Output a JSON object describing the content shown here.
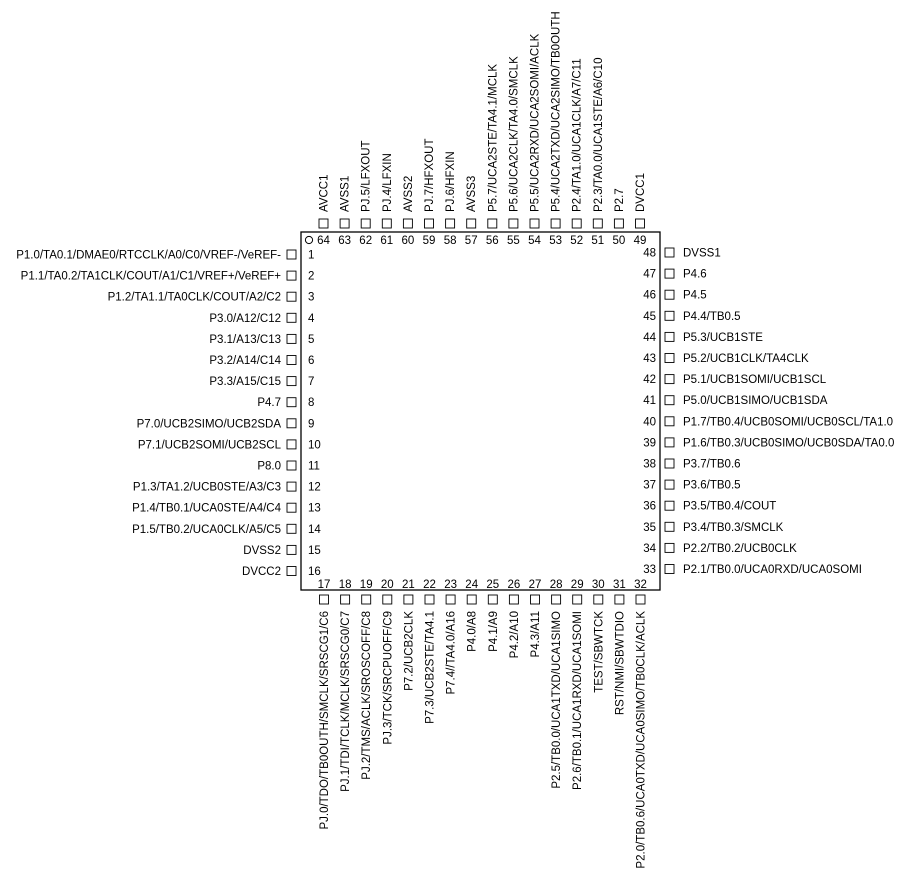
{
  "package": {
    "left_pins": [
      {
        "num": "1",
        "name": "P1.0/TA0.1/DMAE0/RTCCLK/A0/C0/VREF-/VeREF-"
      },
      {
        "num": "2",
        "name": "P1.1/TA0.2/TA1CLK/COUT/A1/C1/VREF+/VeREF+"
      },
      {
        "num": "3",
        "name": "P1.2/TA1.1/TA0CLK/COUT/A2/C2"
      },
      {
        "num": "4",
        "name": "P3.0/A12/C12"
      },
      {
        "num": "5",
        "name": "P3.1/A13/C13"
      },
      {
        "num": "6",
        "name": "P3.2/A14/C14"
      },
      {
        "num": "7",
        "name": "P3.3/A15/C15"
      },
      {
        "num": "8",
        "name": "P4.7"
      },
      {
        "num": "9",
        "name": "P7.0/UCB2SIMO/UCB2SDA"
      },
      {
        "num": "10",
        "name": "P7.1/UCB2SOMI/UCB2SCL"
      },
      {
        "num": "11",
        "name": "P8.0"
      },
      {
        "num": "12",
        "name": "P1.3/TA1.2/UCB0STE/A3/C3"
      },
      {
        "num": "13",
        "name": "P1.4/TB0.1/UCA0STE/A4/C4"
      },
      {
        "num": "14",
        "name": "P1.5/TB0.2/UCA0CLK/A5/C5"
      },
      {
        "num": "15",
        "name": "DVSS2"
      },
      {
        "num": "16",
        "name": "DVCC2"
      }
    ],
    "bottom_pins": [
      {
        "num": "17",
        "name": "PJ.0/TDO/TB0OUTH/SMCLK/SRSCG1/C6"
      },
      {
        "num": "18",
        "name": "PJ.1/TDI/TCLK/MCLK/SRSCG0/C7"
      },
      {
        "num": "19",
        "name": "PJ.2/TMS/ACLK/SROSCOFF/C8"
      },
      {
        "num": "20",
        "name": "PJ.3/TCK/SRCPUOFF/C9"
      },
      {
        "num": "21",
        "name": "P7.2/UCB2CLK"
      },
      {
        "num": "22",
        "name": "P7.3/UCB2STE/TA4.1"
      },
      {
        "num": "23",
        "name": "P7.4//TA4.0/A16"
      },
      {
        "num": "24",
        "name": "P4.0/A8"
      },
      {
        "num": "25",
        "name": "P4.1/A9"
      },
      {
        "num": "26",
        "name": "P4.2/A10"
      },
      {
        "num": "27",
        "name": "P4.3/A11"
      },
      {
        "num": "28",
        "name": "P2.5/TB0.0/UCA1TXD/UCA1SIMO"
      },
      {
        "num": "29",
        "name": "P2.6/TB0.1/UCA1RXD/UCA1SOMI"
      },
      {
        "num": "30",
        "name": "TEST/SBWTCK"
      },
      {
        "num": "31",
        "name": "RST/NMI/SBWTDIO"
      },
      {
        "num": "32",
        "name": "P2.0/TB0.6/UCA0TXD/UCA0SIMO/TB0CLK/ACLK"
      }
    ],
    "right_pins": [
      {
        "num": "33",
        "name": "P2.1/TB0.0/UCA0RXD/UCA0SOMI"
      },
      {
        "num": "34",
        "name": "P2.2/TB0.2/UCB0CLK"
      },
      {
        "num": "35",
        "name": "P3.4/TB0.3/SMCLK"
      },
      {
        "num": "36",
        "name": "P3.5/TB0.4/COUT"
      },
      {
        "num": "37",
        "name": "P3.6/TB0.5"
      },
      {
        "num": "38",
        "name": "P3.7/TB0.6"
      },
      {
        "num": "39",
        "name": "P1.6/TB0.3/UCB0SIMO/UCB0SDA/TA0.0"
      },
      {
        "num": "40",
        "name": "P1.7/TB0.4/UCB0SOMI/UCB0SCL/TA1.0"
      },
      {
        "num": "41",
        "name": "P5.0/UCB1SIMO/UCB1SDA"
      },
      {
        "num": "42",
        "name": "P5.1/UCB1SOMI/UCB1SCL"
      },
      {
        "num": "43",
        "name": "P5.2/UCB1CLK/TA4CLK"
      },
      {
        "num": "44",
        "name": "P5.3/UCB1STE"
      },
      {
        "num": "45",
        "name": "P4.4/TB0.5"
      },
      {
        "num": "46",
        "name": "P4.5"
      },
      {
        "num": "47",
        "name": "P4.6"
      },
      {
        "num": "48",
        "name": "DVSS1"
      }
    ],
    "top_pins": [
      {
        "num": "49",
        "name": "DVCC1"
      },
      {
        "num": "50",
        "name": "P2.7"
      },
      {
        "num": "51",
        "name": "P2.3/TA0.0/UCA1STE/A6/C10"
      },
      {
        "num": "52",
        "name": "P2.4/TA1.0/UCA1CLK/A7/C11"
      },
      {
        "num": "53",
        "name": "P5.4/UCA2TXD/UCA2SIMO/TB0OUTH"
      },
      {
        "num": "54",
        "name": "P5.5/UCA2RXD/UCA2SOMI/ACLK"
      },
      {
        "num": "55",
        "name": "P5.6/UCA2CLK/TA4.0/SMCLK"
      },
      {
        "num": "56",
        "name": "P5.7/UCA2STE/TA4.1/MCLK"
      },
      {
        "num": "57",
        "name": "AVSS3"
      },
      {
        "num": "58",
        "name": "PJ.6/HFXIN"
      },
      {
        "num": "59",
        "name": "PJ.7/HFXOUT"
      },
      {
        "num": "60",
        "name": "AVSS2"
      },
      {
        "num": "61",
        "name": "PJ.4/LFXIN"
      },
      {
        "num": "62",
        "name": "PJ.5/LFXOUT"
      },
      {
        "num": "63",
        "name": "AVSS1"
      },
      {
        "num": "64",
        "name": "AVCC1"
      }
    ]
  }
}
